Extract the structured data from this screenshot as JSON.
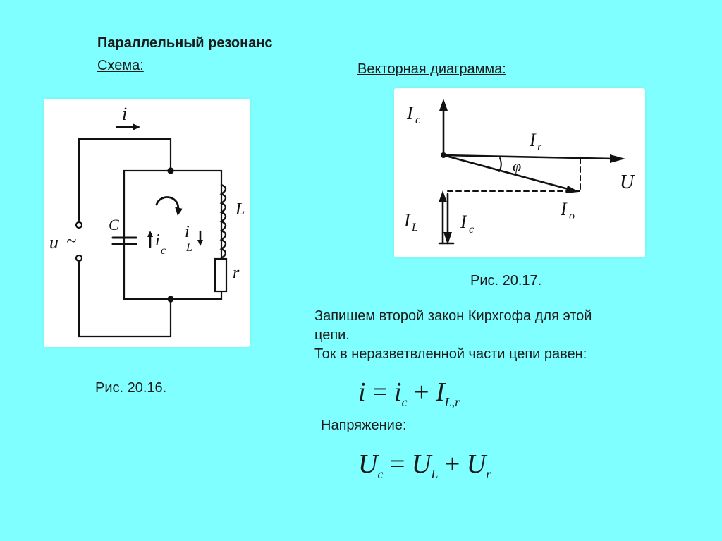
{
  "slide": {
    "title": "Параллельный резонанс",
    "schema_label": "Схема:",
    "vector_label": "Векторная диаграмма:"
  },
  "figures": {
    "circuit_caption": "Рис. 20.16.",
    "vector_caption": "Рис. 20.17."
  },
  "circuit": {
    "labels": {
      "i_top": "i",
      "source_u": "u",
      "source_tilde": "~",
      "cap_C": "C",
      "cap_ic": "i",
      "cap_ic_sub": "c",
      "coil_iL": "i",
      "coil_iL_sub": "L",
      "coil_L": "L",
      "resistor_r": "r"
    }
  },
  "vector_diagram": {
    "labels": {
      "Ic_top": "I",
      "Ic_top_sub": "c",
      "Ir": "I",
      "Ir_sub": "r",
      "phi": "φ",
      "U": "U",
      "I0": "I",
      "I0_sub": "o",
      "IL": "I",
      "IL_sub": "L",
      "Ic_bottom": "I",
      "Ic_bottom_sub": "c"
    }
  },
  "body": {
    "line1": "Запишем второй закон Кирхгофа для этой",
    "line2": "цепи.",
    "line3": "Ток в неразветвленной части цепи равен:",
    "voltage_label": "Напряжение:"
  },
  "eq1": {
    "lhs": "i",
    "eq": "=",
    "t1": "i",
    "t1_sub": "c",
    "plus": "+",
    "t2": "I",
    "t2_sub": "L,r"
  },
  "eq2": {
    "lhs": "U",
    "lhs_sub": "c",
    "eq": "=",
    "t1": "U",
    "t1_sub": "L",
    "plus": "+",
    "t2": "U",
    "t2_sub": "r"
  }
}
